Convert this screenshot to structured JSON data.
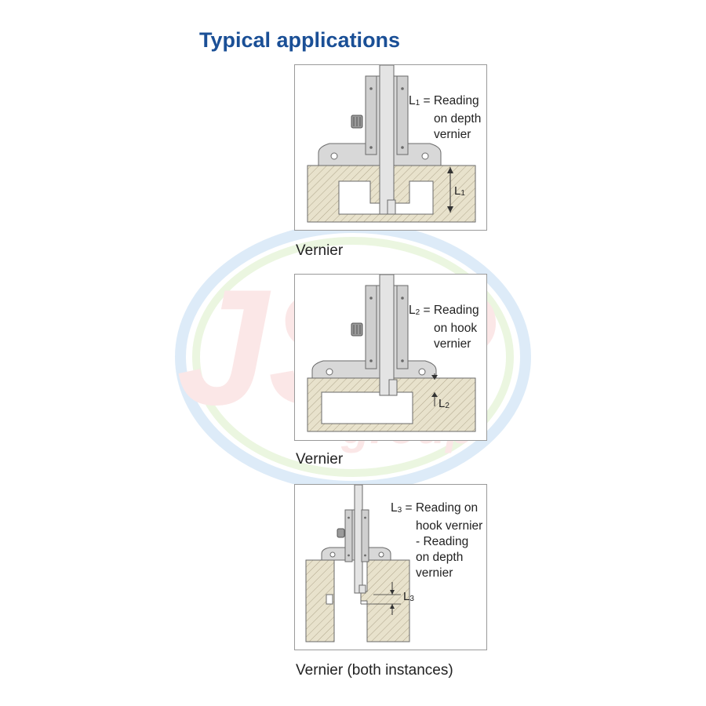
{
  "title": "Typical applications",
  "watermark": {
    "text": "JSR",
    "subtext": "group"
  },
  "panels": [
    {
      "note": {
        "symbol": "L",
        "index": "1",
        "eq": " = Reading",
        "lines": [
          "on depth",
          "vernier"
        ]
      },
      "dimension": {
        "symbol": "L",
        "index": "1"
      },
      "caption": "Vernier"
    },
    {
      "note": {
        "symbol": "L",
        "index": "2",
        "eq": " = Reading",
        "lines": [
          "on hook",
          "vernier"
        ]
      },
      "dimension": {
        "symbol": "L",
        "index": "2"
      },
      "caption": "Vernier"
    },
    {
      "note": {
        "symbol": "L",
        "index": "3",
        "eq": " = Reading on",
        "lines": [
          "hook vernier",
          "- Reading",
          "on depth",
          "vernier"
        ]
      },
      "dimension": {
        "symbol": "L",
        "index": "3"
      },
      "caption": "Vernier (both instances)"
    }
  ],
  "colors": {
    "title": "#1a4f96",
    "workpiece_fill": "#e8e2cc",
    "hatch": "#b0a68c",
    "gauge_fill": "#d8d8d8",
    "gauge_stroke": "#6a6a6a",
    "watermark_red": "#f08a8a",
    "watermark_blue": "#5aa0e0",
    "watermark_green": "#9ed46a"
  }
}
